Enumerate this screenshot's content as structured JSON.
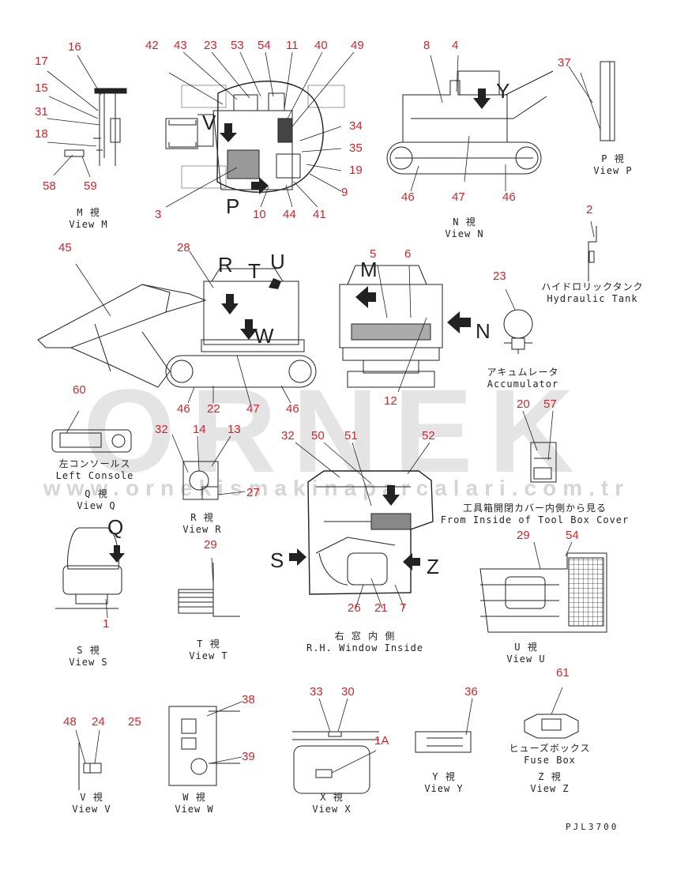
{
  "watermark": {
    "brand": "ORNEK",
    "url": "www.ornekismakinaparcalari.com.tr"
  },
  "drawing_code": "PJL3700",
  "views": {
    "m": {
      "l1": "M 視",
      "l2": "View M"
    },
    "n": {
      "l1": "N 視",
      "l2": "View N"
    },
    "p": {
      "l1": "P 視",
      "l2": "View P"
    },
    "hydraulic": {
      "l1": "ハイドロリックタンク",
      "l2": "Hydraulic Tank"
    },
    "accumulator": {
      "l1": "アキュムレータ",
      "l2": "Accumulator"
    },
    "left_console": {
      "l1": "左コンソールス",
      "l2": "Left Console"
    },
    "q": {
      "l1": "Q 視",
      "l2": "View Q"
    },
    "r": {
      "l1": "R 視",
      "l2": "View R"
    },
    "toolbox": {
      "l1": "工具箱開閉カバー内側から見る",
      "l2": "From Inside of Tool Box Cover"
    },
    "window": {
      "l1": "右 窓 内 側",
      "l2": "R.H. Window Inside"
    },
    "s": {
      "l1": "S 視",
      "l2": "View S"
    },
    "t": {
      "l1": "T 視",
      "l2": "View T"
    },
    "u": {
      "l1": "U 視",
      "l2": "View U"
    },
    "v": {
      "l1": "V 視",
      "l2": "View V"
    },
    "w": {
      "l1": "W 視",
      "l2": "View W"
    },
    "x": {
      "l1": "X 視",
      "l2": "View X"
    },
    "y": {
      "l1": "Y 視",
      "l2": "View Y"
    },
    "fuse": {
      "l1": "ヒューズボックス",
      "l2": "Fuse Box"
    },
    "z": {
      "l1": "Z 視",
      "l2": "View Z"
    }
  },
  "view_letters": {
    "v": "V",
    "p": "P",
    "y": "Y",
    "r": "R",
    "t": "T",
    "u": "U",
    "m": "M",
    "n": "N",
    "w": "W",
    "q": "Q",
    "s": "S",
    "z": "Z"
  },
  "part_numbers": {
    "n16": "16",
    "n17": "17",
    "n15": "15",
    "n31": "31",
    "n18": "18",
    "n58": "58",
    "n59": "59",
    "n42": "42",
    "n43": "43",
    "n23a": "23",
    "n53": "53",
    "n54a": "54",
    "n11": "11",
    "n40": "40",
    "n49": "49",
    "n34": "34",
    "n35": "35",
    "n19": "19",
    "n9": "9",
    "n3": "3",
    "n10": "10",
    "n44": "44",
    "n41": "41",
    "n8": "8",
    "n4": "4",
    "n37": "37",
    "n46a": "46",
    "n47a": "47",
    "n46b": "46",
    "n2": "2",
    "n45": "45",
    "n28": "28",
    "n5": "5",
    "n6": "6",
    "n23b": "23",
    "n46c": "46",
    "n22": "22",
    "n47b": "47",
    "n46d": "46",
    "n12": "12",
    "n60": "60",
    "n32a": "32",
    "n14": "14",
    "n13": "13",
    "n27": "27",
    "n32b": "32",
    "n50": "50",
    "n51": "51",
    "n52": "52",
    "n20": "20",
    "n57": "57",
    "n1": "1",
    "n29a": "29",
    "n26": "26",
    "n21": "21",
    "n7": "7",
    "n29b": "29",
    "n54b": "54",
    "n38": "38",
    "n39": "39",
    "n33": "33",
    "n30": "30",
    "n1a": "1A",
    "n36": "36",
    "n61": "61",
    "n48": "48",
    "n24": "24",
    "n25": "25"
  }
}
